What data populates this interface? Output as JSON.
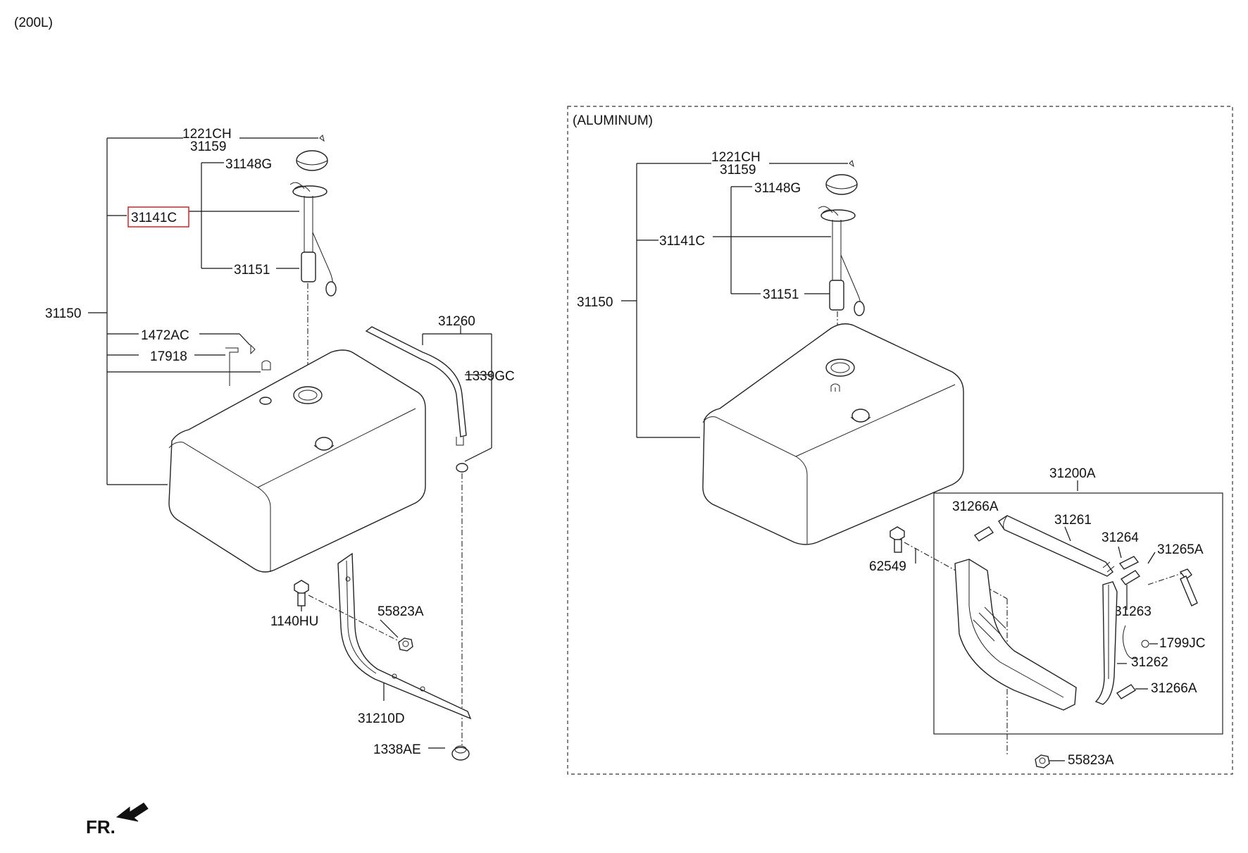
{
  "header": {
    "variant": "(200L)"
  },
  "left_assembly": {
    "labels": {
      "p1221CH": "1221CH",
      "p31159": "31159",
      "p31148G": "31148G",
      "p31141C": "31141C",
      "p31151": "31151",
      "p31150": "31150",
      "p1472AC": "1472AC",
      "p17918": "17918",
      "p31260": "31260",
      "p1339GC": "1339GC",
      "p1140HU": "1140HU",
      "p55823A": "55823A",
      "p31210D": "31210D",
      "p1338AE": "1338AE"
    },
    "highlighted_part": "31141C",
    "highlight_color": "#e02020"
  },
  "aluminum_assembly": {
    "title": "(ALUMINUM)",
    "labels": {
      "p1221CH": "1221CH",
      "p31159": "31159",
      "p31148G": "31148G",
      "p31141C": "31141C",
      "p31151": "31151",
      "p31150": "31150",
      "p31200A": "31200A",
      "p31266A_top": "31266A",
      "p31261": "31261",
      "p31264": "31264",
      "p31265A": "31265A",
      "p62549": "62549",
      "p31263": "31263",
      "p1799JC": "1799JC",
      "p31262": "31262",
      "p31266A_bottom": "31266A",
      "p55823A": "55823A"
    }
  },
  "footer": {
    "direction_label": "FR."
  }
}
